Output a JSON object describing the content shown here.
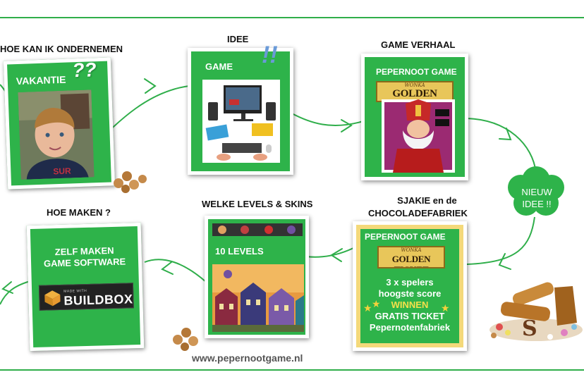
{
  "url": "www.pepernootgame.nl",
  "colors": {
    "green": "#2eb34a",
    "line": "#2fae4a",
    "gold": "#f4d97a",
    "sky": "#e89a40"
  },
  "cards": {
    "ondernemen": {
      "caption": "HOE KAN IK ONDERNEMEN",
      "label": "VAKANTIE",
      "marks": "??",
      "photo_icon": "boy-photo"
    },
    "idee": {
      "caption": "IDEE",
      "label": "GAME",
      "marks": "!!",
      "illustration_icon": "computer-setup-illustration"
    },
    "verhaal": {
      "caption": "GAME VERHAAL",
      "label": "PEPERNOOT GAME",
      "ticket_small": "WONKA",
      "ticket": "GOLDEN TICKET",
      "illustration_icon": "sinterklaas-phone-illustration"
    },
    "nieuw": {
      "lines": [
        "NIEUW",
        "IDEE !!"
      ]
    },
    "sjakie": {
      "caption_lines": [
        "SJAKIE en de",
        "CHOCOLADEFABRIEK"
      ],
      "label": "PEPERNOOT GAME",
      "ticket_small": "WONKA",
      "ticket": "GOLDEN TICKET",
      "lines": [
        "3 x spelers",
        "hoogste score",
        "WINNEN",
        "GRATIS TICKET",
        "Pepernotenfabriek"
      ]
    },
    "levels": {
      "caption": "WELKE LEVELS & SKINS",
      "label": "10 LEVELS",
      "illustration_icon": "game-level-houses-illustration"
    },
    "maken": {
      "caption": "HOE MAKEN ?",
      "lines": [
        "ZELF MAKEN",
        "GAME SOFTWARE"
      ],
      "logo_small": "MADE WITH",
      "logo": "BUILDBOX"
    }
  }
}
